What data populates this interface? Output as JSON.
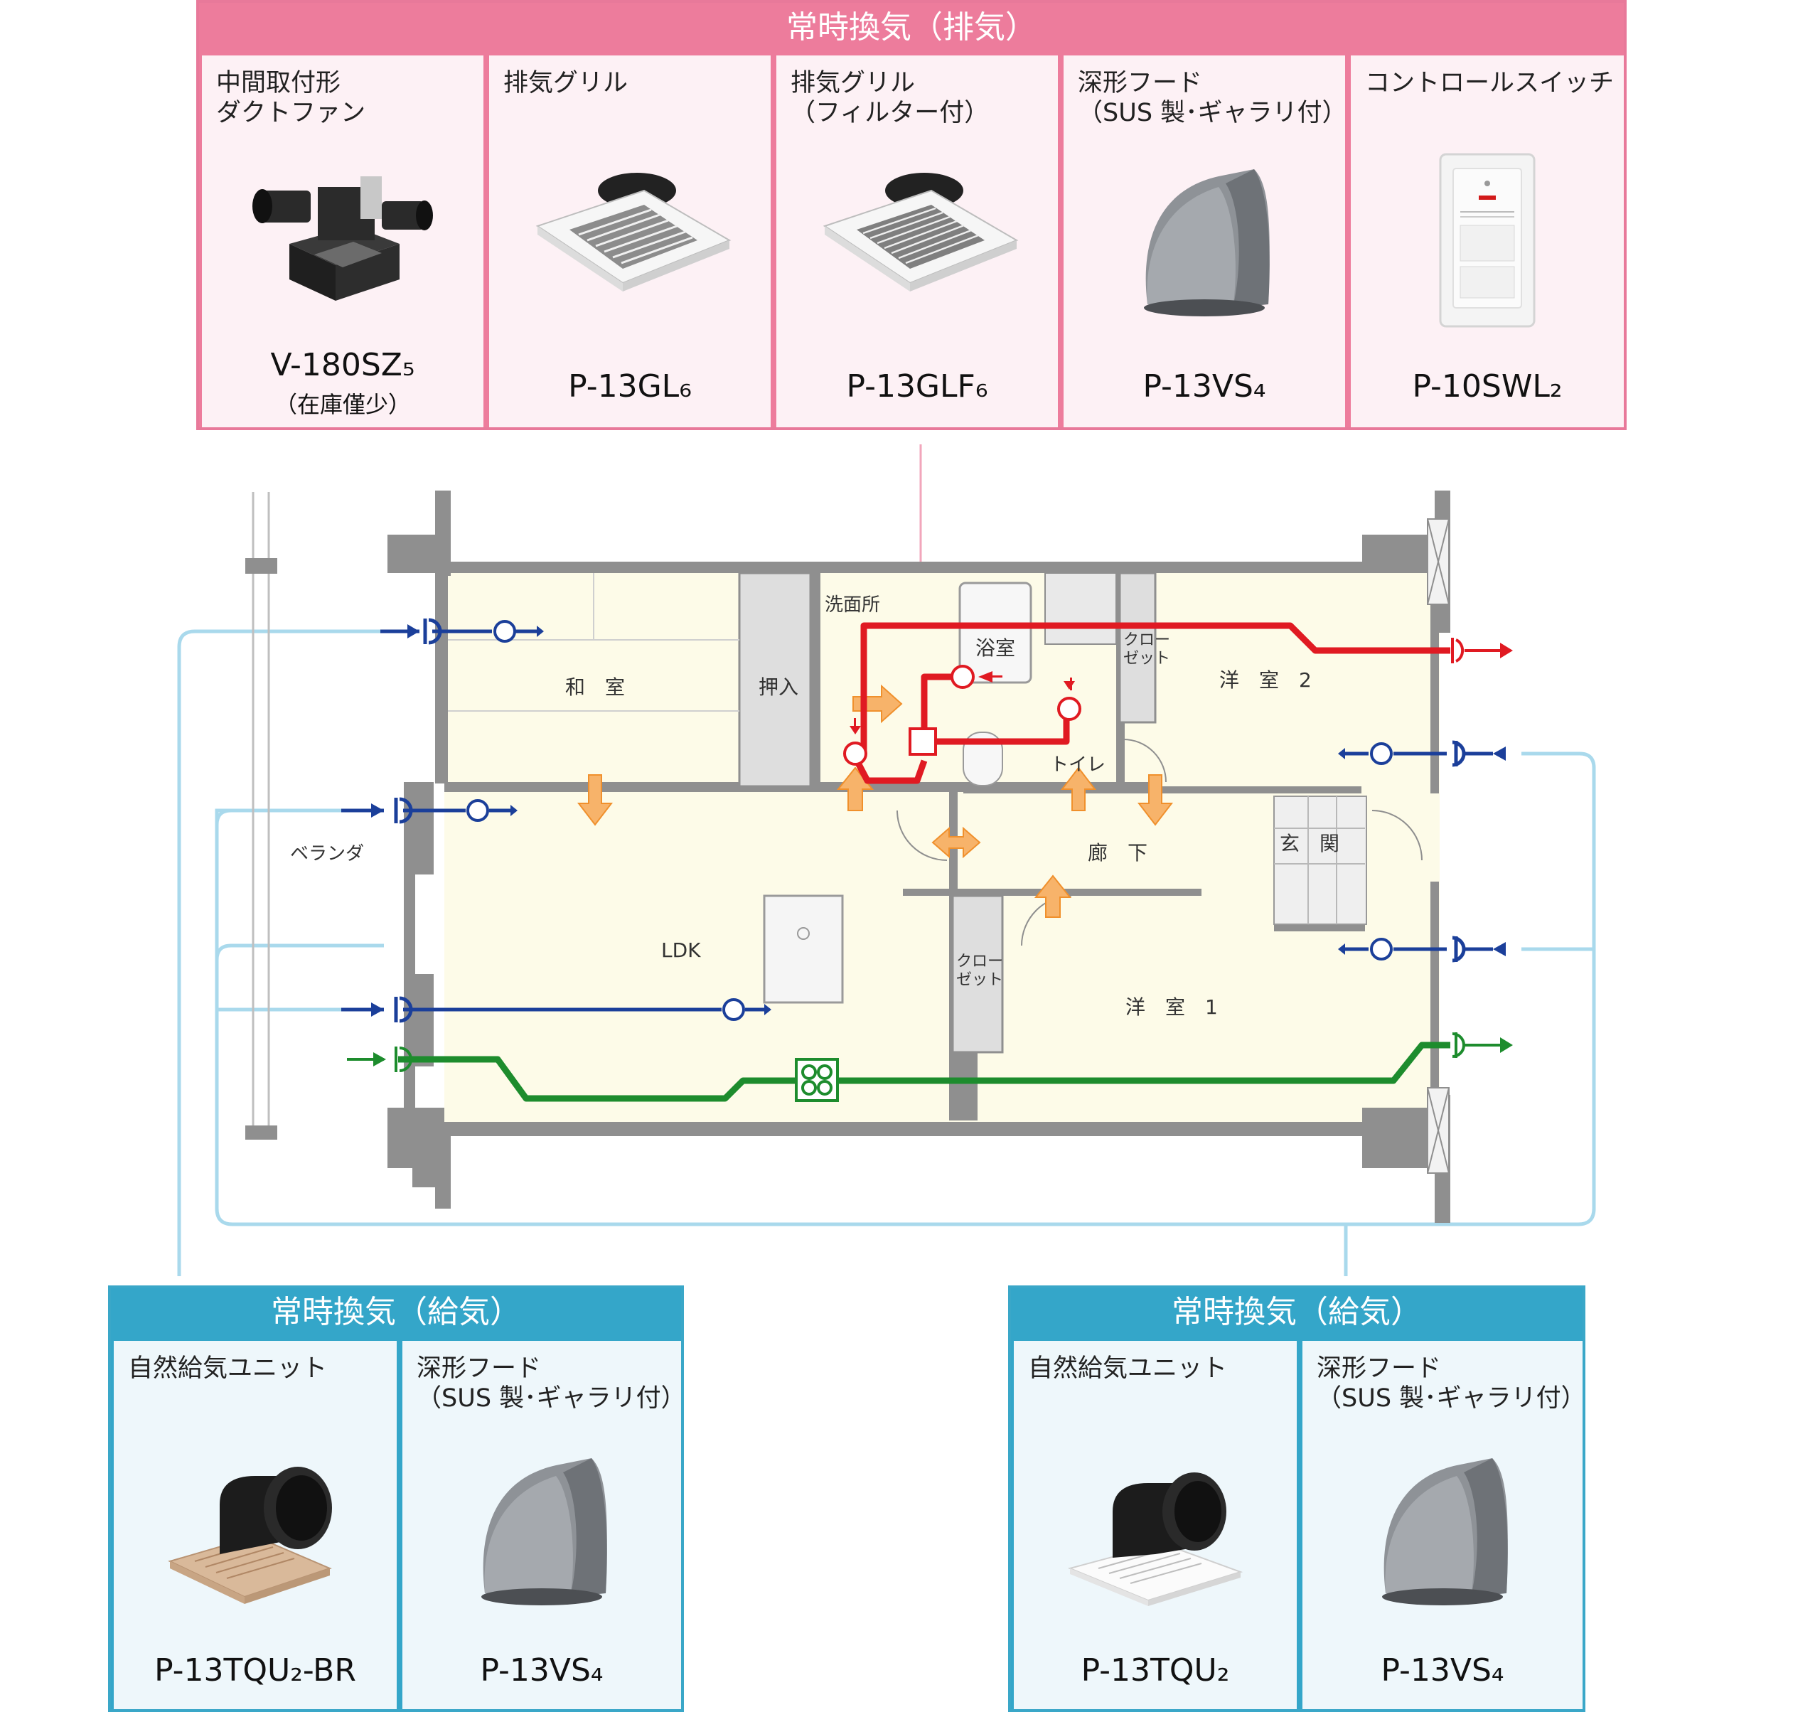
{
  "exhaust_panel": {
    "title": "常時換気（排気）",
    "items": [
      {
        "name": "中間取付形\nダクトファン",
        "model": "V-180SZ₅",
        "note": "（在庫僅少）",
        "icon": "duct-fan-icon"
      },
      {
        "name": "排気グリル",
        "model": "P-13GL₆",
        "icon": "exhaust-grille-icon"
      },
      {
        "name": "排気グリル\n（フィルター付）",
        "model": "P-13GLF₆",
        "icon": "exhaust-grille-filter-icon"
      },
      {
        "name": "深形フード\n（SUS 製･ギャラリ付）",
        "model": "P-13VS₄",
        "icon": "deep-hood-icon"
      },
      {
        "name": "コントロールスイッチ",
        "model": "P-10SWL₂",
        "icon": "control-switch-icon"
      }
    ]
  },
  "supply_left": {
    "title": "常時換気（給気）",
    "items": [
      {
        "name": "自然給気ユニット",
        "model": "P-13TQU₂-BR",
        "icon": "natural-supply-unit-brown-icon"
      },
      {
        "name": "深形フード\n（SUS 製･ギャラリ付）",
        "model": "P-13VS₄",
        "icon": "deep-hood-icon"
      }
    ]
  },
  "supply_right": {
    "title": "常時換気（給気）",
    "items": [
      {
        "name": "自然給気ユニット",
        "model": "P-13TQU₂",
        "icon": "natural-supply-unit-white-icon"
      },
      {
        "name": "深形フード\n（SUS 製･ギャラリ付）",
        "model": "P-13VS₄",
        "icon": "deep-hood-icon"
      }
    ]
  },
  "floor_plan": {
    "rooms": {
      "washroom": "洗面所",
      "bathroom": "浴室",
      "closet_top": "クロー\nゼット",
      "western_room_2": "洋　室　2",
      "japanese_room": "和　室",
      "closet_oshiire": "押入",
      "toilet": "トイレ",
      "veranda": "ベランダ",
      "ldk": "LDK",
      "hallway": "廊　下",
      "entrance": "玄　関",
      "closet_bottom": "クロー\nゼット",
      "western_room_1": "洋　室　1"
    },
    "colors": {
      "exhaust": "#e01a22",
      "supply": "#1b3f9a",
      "kitchen": "#1d8c2d",
      "airflow": "#f7a54c",
      "link": "#a9d9ec",
      "exhaust_link": "#f2a6bb",
      "wall": "#8f8f8f",
      "floor": "#fdfbe8"
    }
  }
}
